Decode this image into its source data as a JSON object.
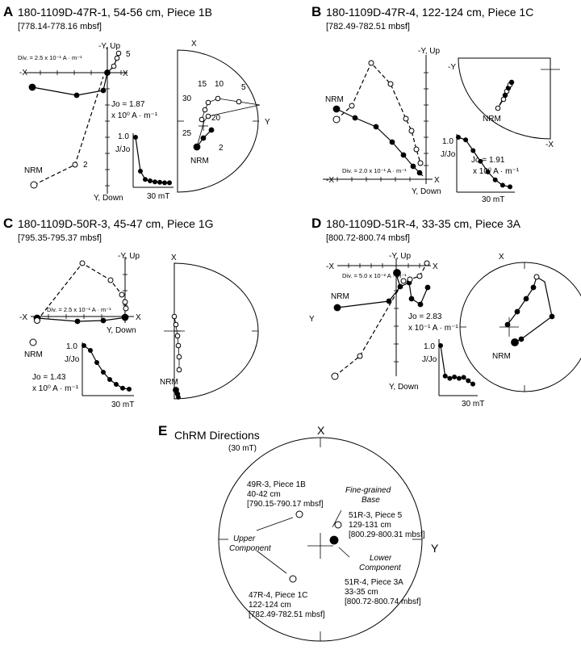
{
  "panels": {
    "a": {
      "letter": "A",
      "title": "180-1109D-47R-1, 54-56 cm, Piece 1B",
      "depth": "[778.14-778.16 mbsf]",
      "div": "Div. = 2.5 x 10⁻¹ A · m⁻¹",
      "axis_up": "-Y, Up",
      "axis_down": "Y, Down",
      "axis_left": "-X",
      "axis_right": "X",
      "jo_line1": "Jo = 1.87",
      "jo_line2": "x 10⁰ A · m⁻¹",
      "nrm": "NRM",
      "step_labels": [
        "5",
        "2"
      ],
      "stereo_x": "X",
      "stereo_y": "Y",
      "stereo_nrm": "NRM",
      "stereo_steps": [
        "15",
        "10",
        "5",
        "30",
        "20",
        "25",
        "2"
      ],
      "decay_top": "1.0",
      "decay_label": "J/Jo",
      "decay_field": "30 mT",
      "decay_values": [
        1.0,
        0.3,
        0.13,
        0.1,
        0.08,
        0.07,
        0.06,
        0.06
      ]
    },
    "b": {
      "letter": "B",
      "title": "180-1109D-47R-4, 122-124 cm, Piece 1C",
      "depth": "[782.49-782.51 mbsf]",
      "div": "Div. = 2.0 x 10⁻¹ A · m⁻¹",
      "axis_up": "-Y, Up",
      "axis_down": "Y, Down",
      "axis_left": "-X",
      "axis_right": "X",
      "jo_line1": "Jo = 1.91",
      "jo_line2": "x 10⁰ A · m⁻¹",
      "nrm": "NRM",
      "stereo_x": "-X",
      "stereo_y": "-Y",
      "stereo_nrm": "NRM",
      "decay_top": "1.0",
      "decay_label": "J/Jo",
      "decay_field": "30 mT",
      "decay_values": [
        1.0,
        0.95,
        0.75,
        0.55,
        0.35,
        0.2,
        0.1,
        0.07
      ]
    },
    "c": {
      "letter": "C",
      "title": "180-1109D-50R-3, 45-47 cm, Piece 1G",
      "depth": "[795.35-795.37 mbsf]",
      "div": "Div. = 2.5 x 10⁻¹ A · m⁻¹",
      "axis_up": "-Y, Up",
      "axis_down": "Y, Down",
      "axis_left": "-X",
      "axis_right": "X",
      "jo_line1": "Jo = 1.43",
      "jo_line2": "x 10⁰ A · m⁻¹",
      "nrm": "NRM",
      "stereo_x": "X",
      "stereo_nrm": "NRM",
      "decay_top": "1.0",
      "decay_label": "J/Jo",
      "decay_field": "30 mT",
      "decay_values": [
        1.0,
        0.9,
        0.65,
        0.45,
        0.3,
        0.2,
        0.12,
        0.1
      ]
    },
    "d": {
      "letter": "D",
      "title": "180-1109D-51R-4, 33-35 cm, Piece 3A",
      "depth": "[800.72-800.74 mbsf]",
      "div": "Div. = 5.0 x 10⁻² A · m⁻¹",
      "axis_up": "-Y, Up",
      "axis_down": "Y, Down",
      "axis_left": "-X",
      "axis_right": "X",
      "axis_y_side": "Y",
      "jo_line1": "Jo = 2.83",
      "jo_line2": "x 10⁻¹ A · m⁻¹",
      "nrm": "NRM",
      "stereo_x": "X",
      "stereo_y": "Y",
      "stereo_nrm": "NRM",
      "decay_top": "1.0",
      "decay_label": "J/Jo",
      "decay_field": "30 mT",
      "decay_values": [
        1.0,
        0.35,
        0.3,
        0.33,
        0.3,
        0.32,
        0.25,
        0.18
      ]
    },
    "e": {
      "letter": "E",
      "title": "ChRM Directions",
      "subtitle": "(30 mT)",
      "axis_x": "X",
      "axis_y": "Y",
      "label_49r_1": "49R-3, Piece 1B",
      "label_49r_2": "40-42 cm",
      "label_49r_3": "[790.15-790.17 mbsf]",
      "label_fine_1": "Fine-grained",
      "label_fine_2": "Base",
      "label_51r3_1": "51R-3, Piece 5",
      "label_51r3_2": "129-131 cm",
      "label_51r3_3": "[800.29-800.31 mbsf]",
      "label_upper_1": "Upper",
      "label_upper_2": "Component",
      "label_lower_1": "Lower",
      "label_lower_2": "Component",
      "label_47r_1": "47R-4, Piece 1C",
      "label_47r_2": "122-124 cm",
      "label_47r_3": "[782.49-782.51 mbsf]",
      "label_51r4_1": "51R-4, Piece 3A",
      "label_51r4_2": "33-35 cm",
      "label_51r4_3": "[800.72-800.74 mbsf]"
    }
  }
}
